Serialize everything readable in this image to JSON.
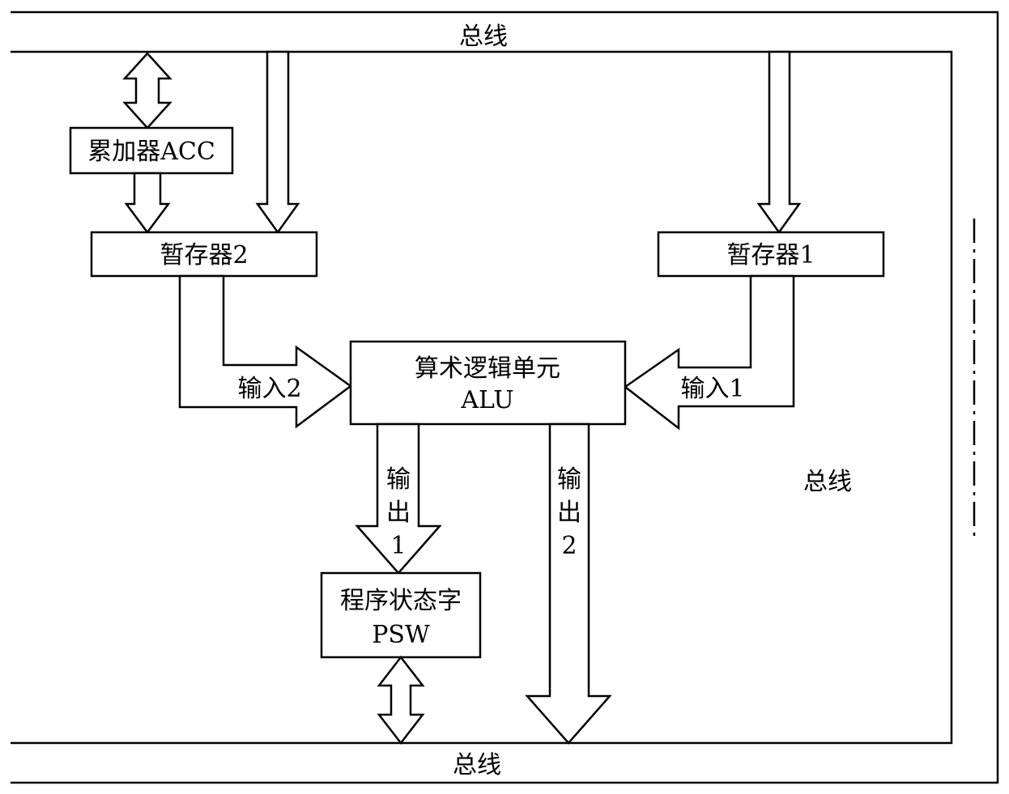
{
  "bus": {
    "top_label": "总线",
    "right_label": "总线",
    "bottom_label": "总线"
  },
  "acc": {
    "label": "累加器ACC"
  },
  "temp2": {
    "label": "暂存器2"
  },
  "temp1": {
    "label": "暂存器1"
  },
  "alu": {
    "line1": "算术逻辑单元",
    "line2": "ALU"
  },
  "input2": {
    "label": "输入2"
  },
  "input1": {
    "label": "输入1"
  },
  "output1": {
    "char1": "输",
    "char2": "出",
    "char3": "1"
  },
  "output2": {
    "char1": "输",
    "char2": "出",
    "char3": "2"
  },
  "psw": {
    "line1": "程序状态字",
    "line2": "PSW"
  }
}
